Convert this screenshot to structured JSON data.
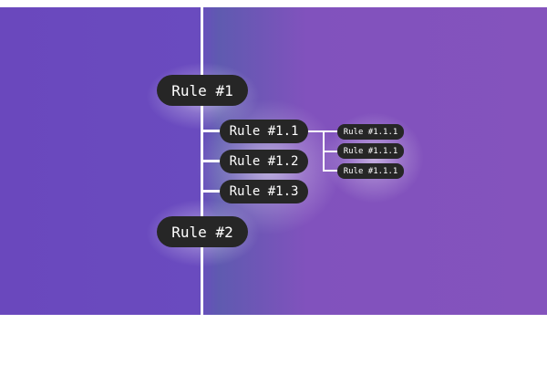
{
  "rules": {
    "rule_1": {
      "label": "Rule #1",
      "children": [
        {
          "label": "Rule #1.1",
          "children": [
            {
              "label": "Rule #1.1.1"
            },
            {
              "label": "Rule #1.1.1"
            },
            {
              "label": "Rule #1.1.1"
            }
          ]
        },
        {
          "label": "Rule #1.2"
        },
        {
          "label": "Rule #1.3"
        }
      ]
    },
    "rule_2": {
      "label": "Rule #2"
    }
  },
  "colors": {
    "node_fill": "#262626",
    "node_text": "#ffffff",
    "connector": "#ffffff",
    "background_left": "#6a48bd",
    "background_right": "#8453bd"
  }
}
